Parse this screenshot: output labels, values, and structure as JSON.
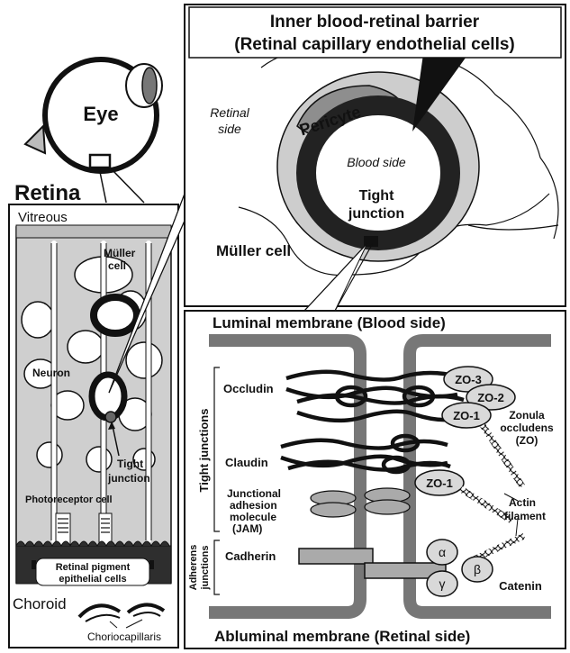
{
  "eye": {
    "label": "Eye"
  },
  "retina": {
    "title": "Retina",
    "vitreous": "Vitreous",
    "muller_cell": [
      "Müller",
      "cell"
    ],
    "neuron": "Neuron",
    "tight_junction": [
      "Tight",
      "junction"
    ],
    "photoreceptor": "Photoreceptor cell",
    "rpe": [
      "Retinal pigment",
      "epithelial cells"
    ],
    "choroid": "Choroid",
    "choriocapillaris": "Choriocapillaris"
  },
  "inner_barrier": {
    "title_line1": "Inner blood-retinal barrier",
    "title_line2": "(Retinal capillary endothelial cells)",
    "retinal_side": [
      "Retinal",
      "side"
    ],
    "pericyte": "Pericyte",
    "blood_side": "Blood side",
    "tight_junction": [
      "Tight",
      "junction"
    ],
    "muller_cell": "Müller cell"
  },
  "junction": {
    "luminal": "Luminal membrane (Blood side)",
    "abluminal": "Abluminal membrane (Retinal side)",
    "tight_junctions": "Tight junctions",
    "adherens_junctions": [
      "Adherens",
      "junctions"
    ],
    "occludin": "Occludin",
    "claudin": "Claudin",
    "jam": [
      "Junctional",
      "adhesion",
      "molecule",
      "(JAM)"
    ],
    "cadherin": "Cadherin",
    "zo3": "ZO-3",
    "zo2": "ZO-2",
    "zo1_top": "ZO-1",
    "zo1_mid": "ZO-1",
    "zonula": [
      "Zonula",
      "occludens",
      "(ZO)"
    ],
    "actin": [
      "Actin",
      "filament"
    ],
    "alpha": "α",
    "beta": "β",
    "gamma": "γ",
    "catenin": "Catenin"
  }
}
